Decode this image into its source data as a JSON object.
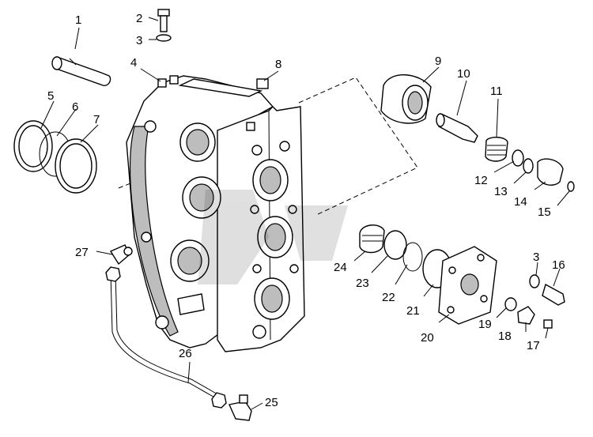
{
  "callouts": [
    {
      "label": "1"
    },
    {
      "label": "2"
    },
    {
      "label": "3"
    },
    {
      "label": "4"
    },
    {
      "label": "5"
    },
    {
      "label": "6"
    },
    {
      "label": "7"
    },
    {
      "label": "8"
    },
    {
      "label": "9"
    },
    {
      "label": "10"
    },
    {
      "label": "11"
    },
    {
      "label": "12"
    },
    {
      "label": "13"
    },
    {
      "label": "14"
    },
    {
      "label": "15"
    },
    {
      "label": "3"
    },
    {
      "label": "16"
    },
    {
      "label": "17"
    },
    {
      "label": "18"
    },
    {
      "label": "19"
    },
    {
      "label": "20"
    },
    {
      "label": "21"
    },
    {
      "label": "22"
    },
    {
      "label": "23"
    },
    {
      "label": "24"
    },
    {
      "label": "25"
    },
    {
      "label": "26"
    },
    {
      "label": "27"
    }
  ]
}
